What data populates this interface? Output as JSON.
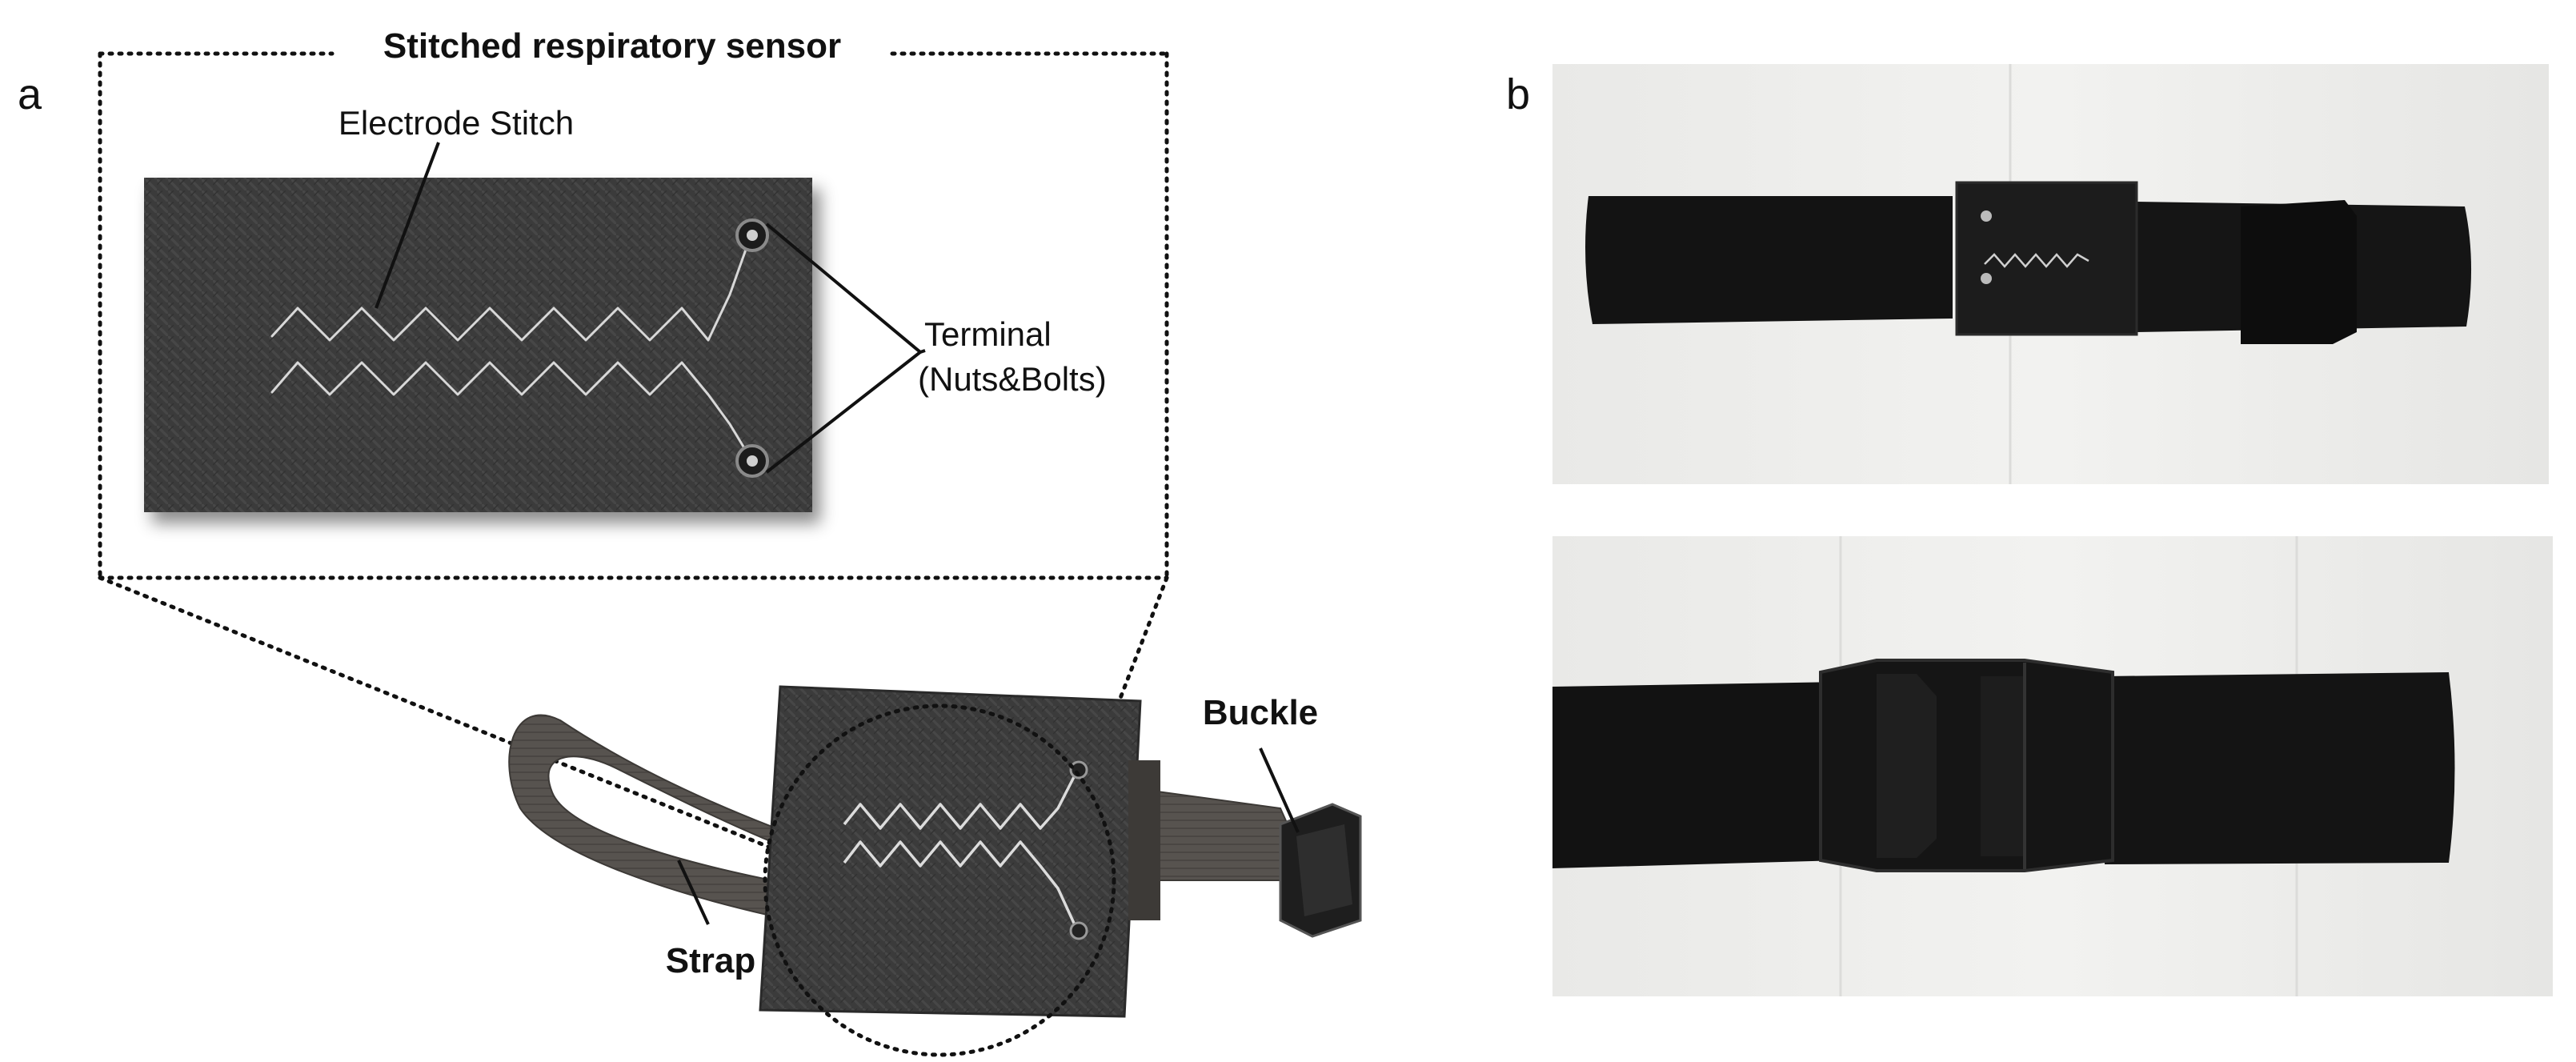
{
  "panel_a": {
    "label": "a",
    "inset_title": "Stitched respiratory sensor",
    "electrode_label": "Electrode Stitch",
    "terminal_label_line1": "Terminal",
    "terminal_label_line2": "(Nuts&Bolts)",
    "buckle_label": "Buckle",
    "strap_label": "Strap"
  },
  "panel_b": {
    "label": "b"
  },
  "colors": {
    "fabric_dark": "#3a3a3a",
    "strap_gray": "#5a5652",
    "stitch_white": "#e6e6e6",
    "belt_black": "#141414",
    "photo_bg": "#eeeeec"
  }
}
